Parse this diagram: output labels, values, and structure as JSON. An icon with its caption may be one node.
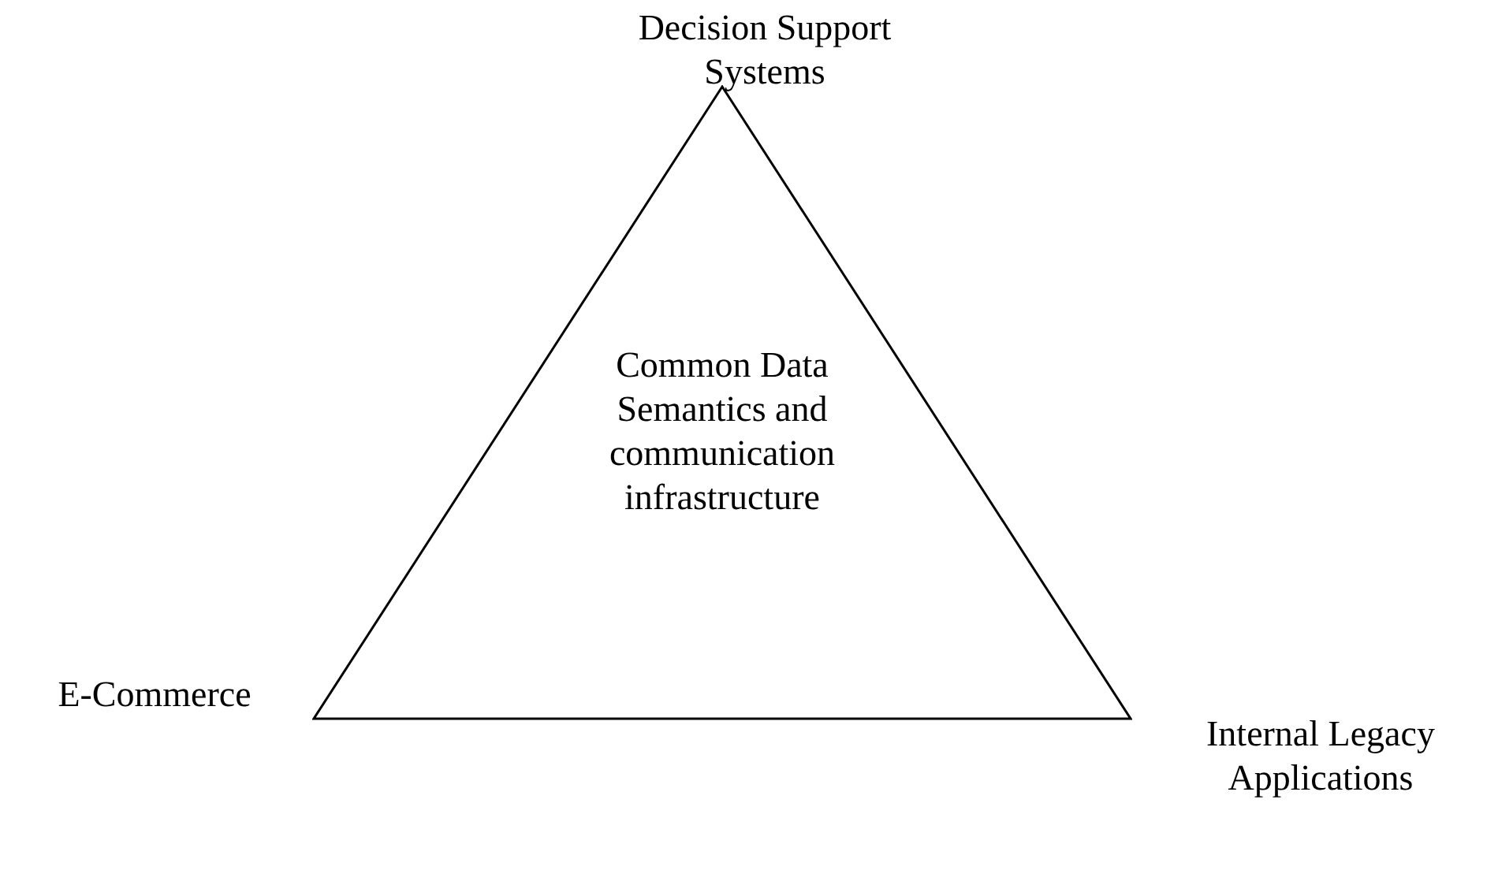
{
  "diagram": {
    "nodes": [
      {
        "text": [
          "Common Data Semantics and communication infrastructure"
        ]
      }
    ],
    "labels": [
      "Decision Support Systems",
      "E-Commerce",
      "Internal Legacy Applications"
    ]
  }
}
